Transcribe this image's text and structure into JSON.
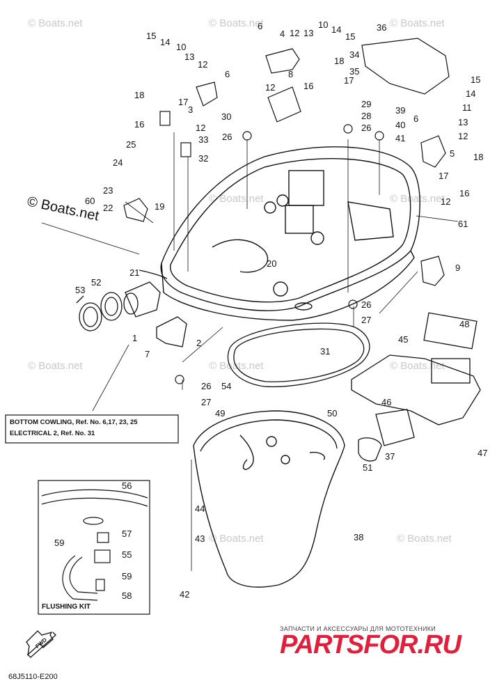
{
  "watermark": "© Boats.net",
  "callouts": [
    "1",
    "2",
    "3",
    "4",
    "5",
    "6",
    "7",
    "8",
    "9",
    "10",
    "11",
    "12",
    "13",
    "14",
    "15",
    "16",
    "17",
    "18",
    "19",
    "20",
    "21",
    "22",
    "23",
    "24",
    "25",
    "26",
    "27",
    "28",
    "29",
    "30",
    "31",
    "32",
    "33",
    "34",
    "35",
    "36",
    "37",
    "38",
    "39",
    "40",
    "41",
    "42",
    "43",
    "44",
    "45",
    "46",
    "47",
    "48",
    "49",
    "50",
    "51",
    "52",
    "53",
    "54",
    "55",
    "56",
    "57",
    "58",
    "59",
    "60",
    "61"
  ],
  "note_box": {
    "line1": "BOTTOM COWLING,  Ref. No. 6,17, 23, 25",
    "line2": "ELECTRICAL 2,  Ref. No. 31"
  },
  "flushing_kit_label": "FLUSHING KIT",
  "fwd_label": "FWD",
  "diagram_code": "68J5110-E200",
  "brand": {
    "subtitle": "ЗАПЧАСТИ И АКСЕССУАРЫ ДЛЯ МОТОТЕХНИКИ",
    "logo": "PARTSFOR.RU"
  }
}
